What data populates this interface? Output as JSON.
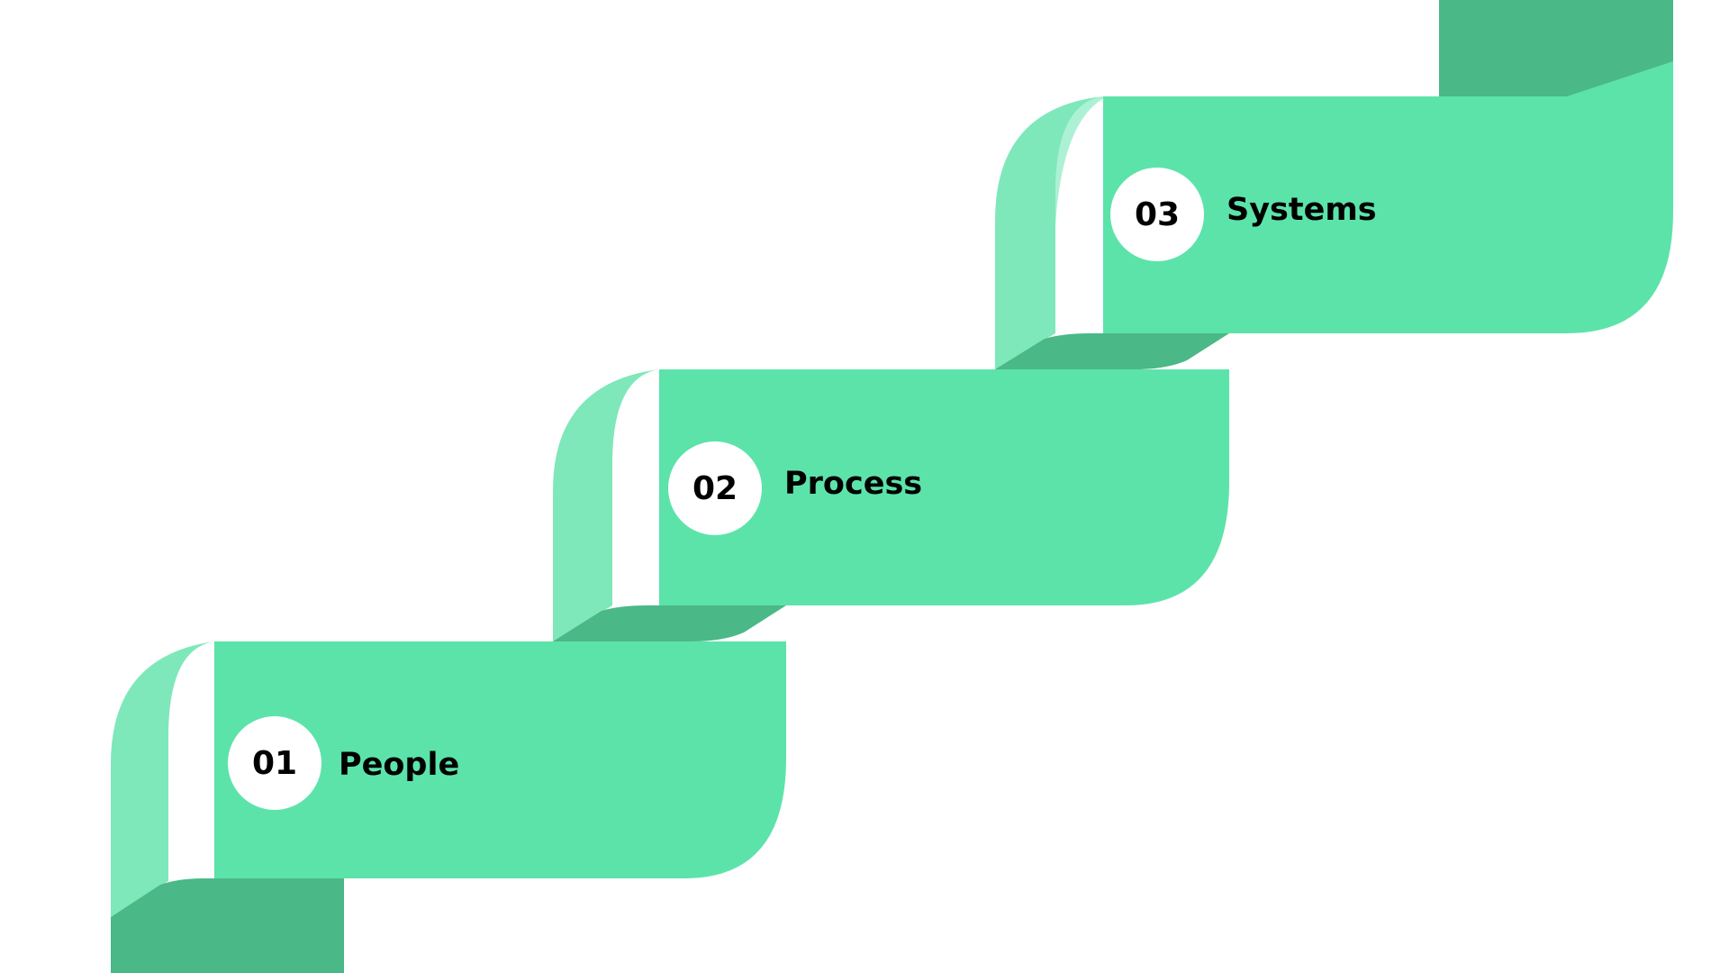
{
  "steps": [
    {
      "number": "01",
      "label": "People"
    },
    {
      "number": "02",
      "label": "Process"
    },
    {
      "number": "03",
      "label": "Systems"
    }
  ],
  "colors": {
    "ribbon_main": "#5CE3AA",
    "ribbon_light": "#7EE8BA",
    "ribbon_dark": "#4AB887",
    "badge": "#FFFFFF",
    "text": "#000000"
  }
}
